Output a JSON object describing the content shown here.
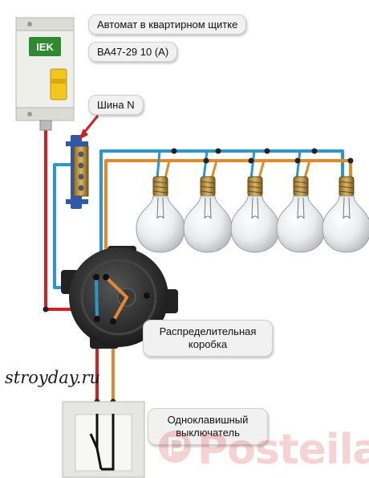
{
  "labels": {
    "breaker": "Автомат в квартирном щитке",
    "model": "ВА47-29 10 (А)",
    "bus": "Шина N",
    "junction": "Распределительная коробка",
    "switch": "Одноклавишный выключатель"
  },
  "breaker": {
    "brand": "IEK"
  },
  "site": "stroyday.ru",
  "watermark": {
    "text": "Posteila.ru"
  },
  "bulbs": [
    {
      "name": "bulb-1"
    },
    {
      "name": "bulb-2"
    },
    {
      "name": "bulb-3"
    },
    {
      "name": "bulb-4"
    },
    {
      "name": "bulb-5"
    }
  ],
  "colors": {
    "phase": "#d42020",
    "neutral": "#2a97c8",
    "switched": "#e08a2c",
    "breaker": "#eeeeea",
    "breaker_handle": "#f2c81a",
    "bus_bar": "#2f58a8",
    "junction_box": "#2b2b2b",
    "label_bg": "#f1f1f1",
    "watermark": "#d62a2a"
  }
}
